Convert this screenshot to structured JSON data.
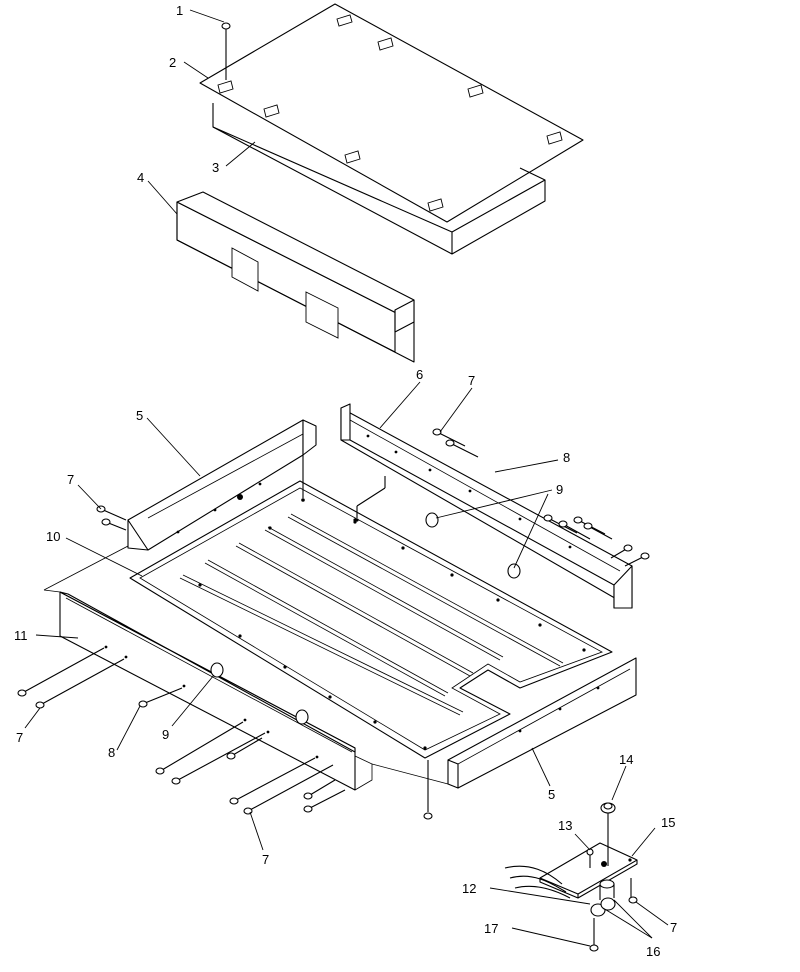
{
  "callouts": [
    {
      "id": "c1",
      "text": "1"
    },
    {
      "id": "c2",
      "text": "2"
    },
    {
      "id": "c3",
      "text": "3"
    },
    {
      "id": "c4",
      "text": "4"
    },
    {
      "id": "c5a",
      "text": "5"
    },
    {
      "id": "c5b",
      "text": "5"
    },
    {
      "id": "c6",
      "text": "6"
    },
    {
      "id": "c7a",
      "text": "7"
    },
    {
      "id": "c7b",
      "text": "7"
    },
    {
      "id": "c7c",
      "text": "7"
    },
    {
      "id": "c7d",
      "text": "7"
    },
    {
      "id": "c7e",
      "text": "7"
    },
    {
      "id": "c8a",
      "text": "8"
    },
    {
      "id": "c8b",
      "text": "8"
    },
    {
      "id": "c9a",
      "text": "9"
    },
    {
      "id": "c9b",
      "text": "9"
    },
    {
      "id": "c10",
      "text": "10"
    },
    {
      "id": "c11",
      "text": "11"
    },
    {
      "id": "c12",
      "text": "12"
    },
    {
      "id": "c13",
      "text": "13"
    },
    {
      "id": "c14",
      "text": "14"
    },
    {
      "id": "c15",
      "text": "15"
    },
    {
      "id": "c16",
      "text": "16"
    },
    {
      "id": "c17",
      "text": "17"
    }
  ]
}
